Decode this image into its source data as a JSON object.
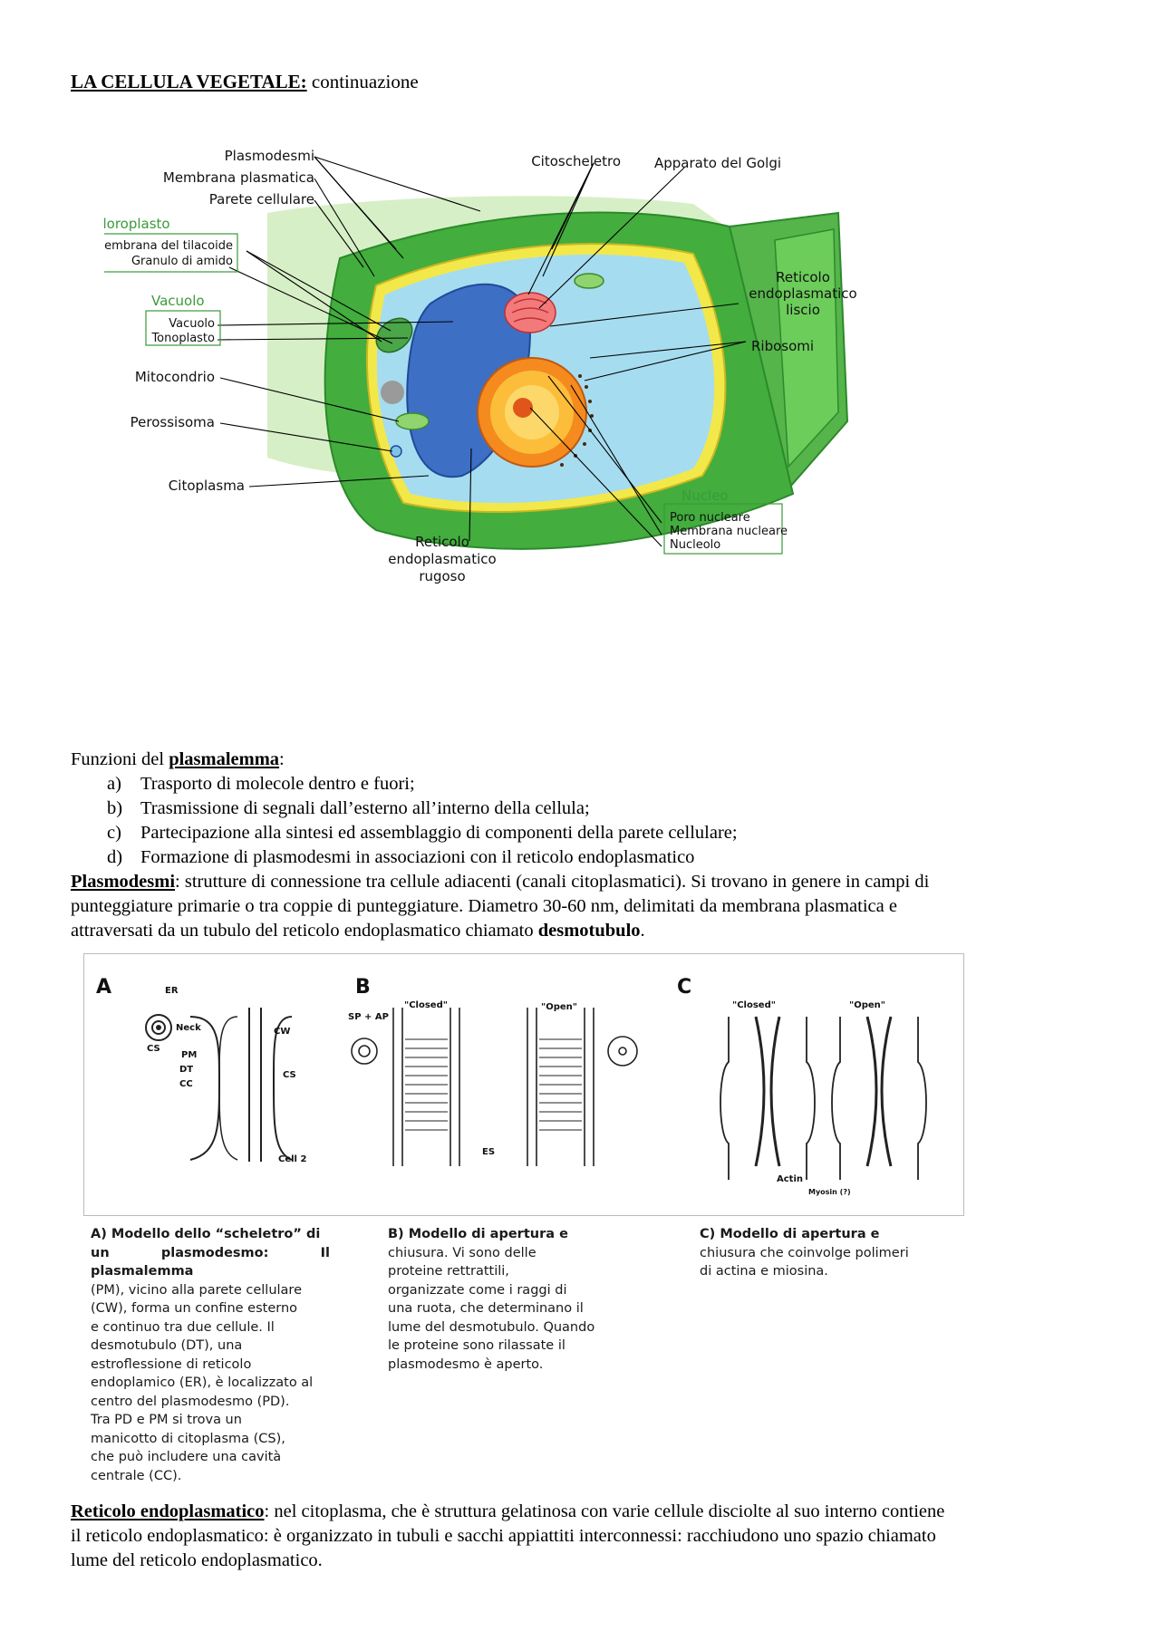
{
  "title": {
    "heading": "LA CELLULA VEGETALE:",
    "rest": " continuazione"
  },
  "figure1": {
    "labels": {
      "plasmodesmi": "Plasmodesmi",
      "membrana_plasmatica": "Membrana plasmatica",
      "parete_cellulare": "Parete cellulare",
      "cloroplasto": "Cloroplasto",
      "membrana_tilacoide": "Membrana del tilacoide",
      "granulo_amido": "Granulo di amido",
      "vacuolo_group": "Vacuolo",
      "vacuolo": "Vacuolo",
      "tonoplasto": "Tonoplasto",
      "mitocondrio": "Mitocondrio",
      "perossisoma": "Perossisoma",
      "citoplasma": "Citoplasma",
      "citoscheletro": "Citoscheletro",
      "golgi": "Apparato del Golgi",
      "rel_1": "Reticolo",
      "rel_2": "endoplasmatico",
      "rel_3": "liscio",
      "ribosomi": "Ribosomi",
      "rer_1": "Reticolo",
      "rer_2": "endoplasmatico",
      "rer_3": "rugoso",
      "nucleo": "Nucleo",
      "poro": "Poro nucleare",
      "membrana_nucleare": "Membrana nucleare",
      "nucleolo": "Nucleolo"
    },
    "colors": {
      "group_label": "#3a9a3a",
      "wall": "#3fae3a",
      "cytoplasm": "#a6dcef",
      "vacuole": "#3d6fc4"
    }
  },
  "funzioni": {
    "intro": "Funzioni del ",
    "term": "plasmalemma",
    "colon": ":",
    "items": [
      {
        "marker": "a)",
        "text": "Trasporto di molecole dentro e fuori;"
      },
      {
        "marker": "b)",
        "text": "Trasmissione di segnali dall’esterno all’interno della cellula;"
      },
      {
        "marker": "c)",
        "text": "Partecipazione alla sintesi ed assemblaggio di componenti della parete cellulare;"
      },
      {
        "marker": "d)",
        "text": "Formazione di plasmodesmi in associazioni con il reticolo endoplasmatico"
      }
    ]
  },
  "plasmodesmi": {
    "term": "Plasmodesmi",
    "line1": ": strutture di connessione tra cellule adiacenti (canali citoplasmatici). Si trovano in genere in campi di",
    "line2": "punteggiature primarie o tra coppie di punteggiature. Diametro 30-60 nm, delimitati da membrana plasmatica e",
    "line3": "attraversati da un tubulo del reticolo endoplasmatico chiamato ",
    "bold_end": "desmotubulo",
    "dot": "."
  },
  "figure2": {
    "panels": {
      "a": "A",
      "b": "B",
      "c": "C"
    },
    "labels": {
      "er": "ER",
      "neck": "Neck",
      "cw": "CW",
      "cs": "CS",
      "pm": "PM",
      "dt": "DT",
      "cs2": "CS",
      "cc": "CC",
      "cell2": "Cell 2",
      "sp_ap": "SP + AP",
      "closed": "\"Closed\"",
      "open": "\"Open\"",
      "es": "ES",
      "closed_c": "\"Closed\"",
      "open_c": "\"Open\"",
      "actin": "Actin",
      "myosin": "Myosin (?)"
    },
    "captions": {
      "a": [
        "A) Modello dello “scheletro” di",
        "un plasmodesmo: Il plasmalemma",
        "(PM), vicino alla parete cellulare",
        "(CW), forma un confine esterno",
        "e continuo tra due cellule. Il",
        "desmotubulo (DT), una",
        "estroflessione di reticolo",
        "endoplamico (ER), è localizzato al",
        "centro del plasmodesmo (PD).",
        "Tra PD e PM si trova un",
        "manicotto di citoplasma (CS),",
        "che può includere una cavità",
        "centrale (CC)."
      ],
      "b": [
        "B) Modello di apertura e",
        "chiusura. Vi sono delle",
        "proteine rettrattili,",
        "organizzate come i raggi di",
        "una ruota, che determinano il",
        "lume del desmotubulo. Quando",
        "le proteine sono rilassate il",
        "plasmodesmo è aperto."
      ],
      "c": [
        "C) Modello di apertura e",
        "chiusura che coinvolge polimeri",
        "di actina e miosina."
      ]
    }
  },
  "reticolo": {
    "term": "Reticolo endoplasmatico",
    "line1": ": nel citoplasma, che è struttura gelatinosa con varie cellule disciolte al suo interno contiene",
    "line2": "il reticolo endoplasmatico: è organizzato in tubuli e sacchi appiattiti interconnessi: racchiudono uno spazio chiamato",
    "line3": "lume del reticolo endoplasmatico."
  }
}
